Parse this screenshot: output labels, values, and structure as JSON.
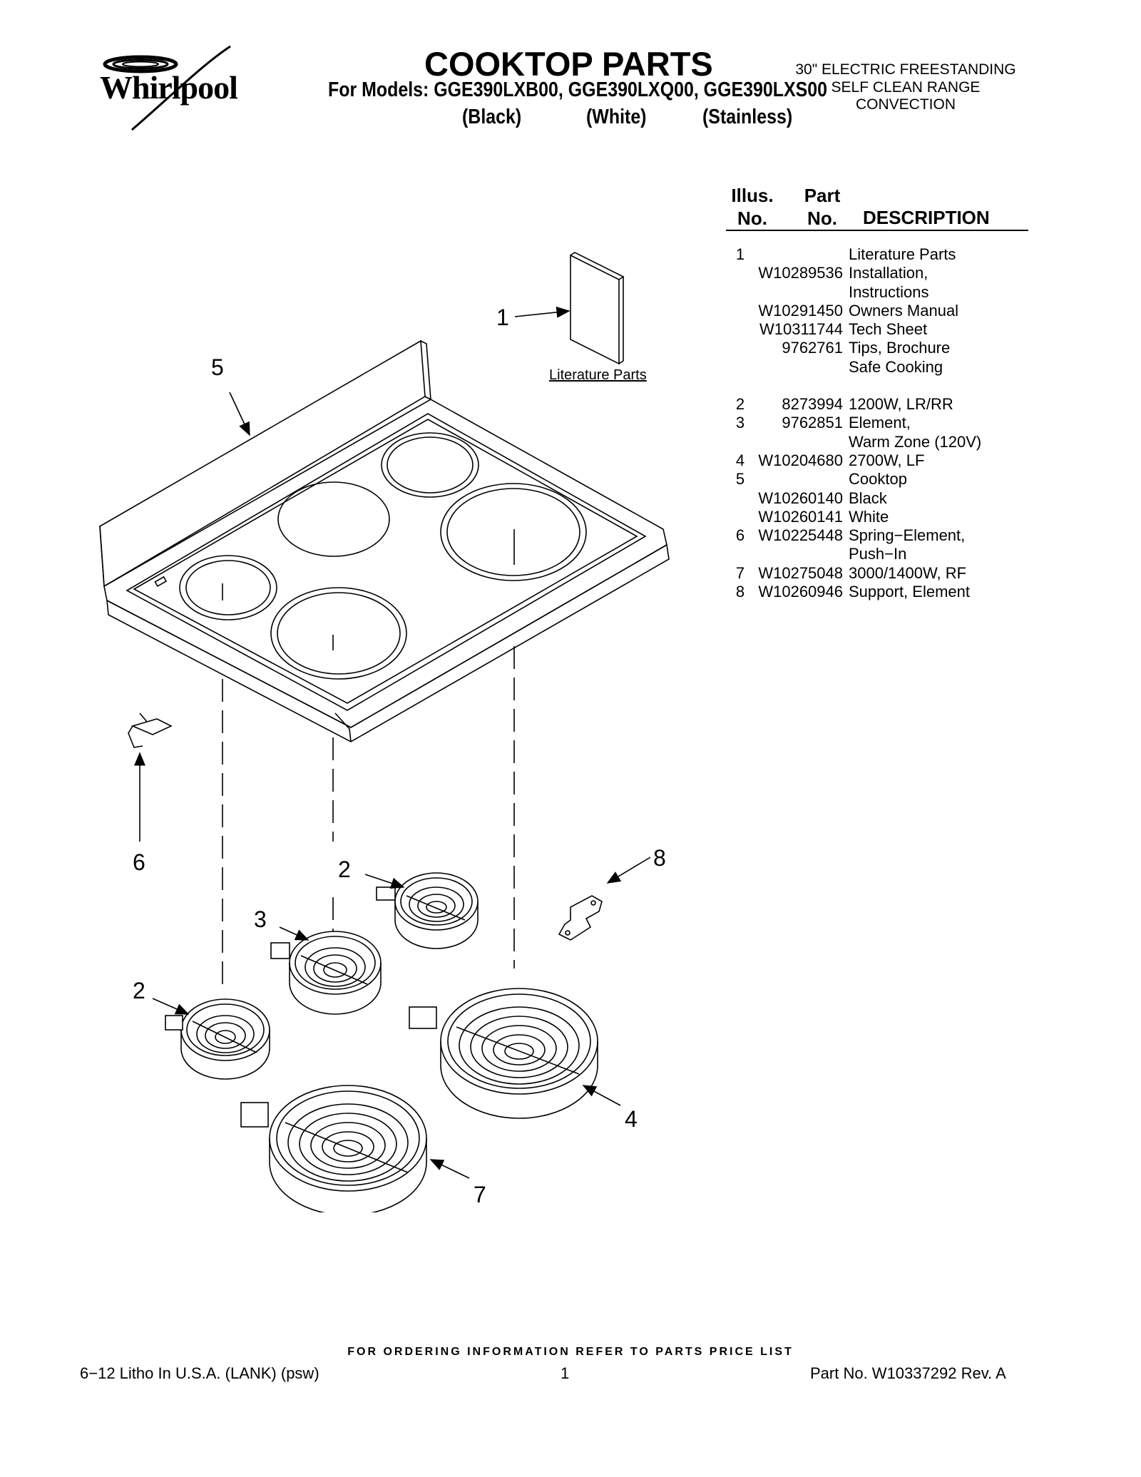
{
  "header": {
    "brand": "Whirlpool",
    "title": "COOKTOP PARTS",
    "models_line": "For Models: GGE390LXB00, GGE390LXQ00, GGE390LXS00",
    "variants": [
      "(Black)",
      "(White)",
      "(Stainless)"
    ],
    "subtitle_lines": [
      "30\" ELECTRIC FREESTANDING",
      "SELF CLEAN RANGE",
      "CONVECTION"
    ]
  },
  "parts_table": {
    "headers": {
      "illus": [
        "Illus.",
        "No."
      ],
      "part": [
        "Part",
        "No."
      ],
      "description": "DESCRIPTION"
    },
    "rows": [
      {
        "illus": "1",
        "part": "",
        "desc": "Literature Parts"
      },
      {
        "illus": "",
        "part": "W10289536",
        "desc": "Installation,"
      },
      {
        "illus": "",
        "part": "",
        "desc": "Instructions"
      },
      {
        "illus": "",
        "part": "W10291450",
        "desc": "Owners Manual"
      },
      {
        "illus": "",
        "part": "W10311744",
        "desc": "Tech Sheet"
      },
      {
        "illus": "",
        "part": "9762761",
        "desc": "Tips, Brochure"
      },
      {
        "illus": "",
        "part": "",
        "desc": "Safe Cooking"
      },
      {
        "gap": true
      },
      {
        "illus": "2",
        "part": "8273994",
        "desc": "1200W, LR/RR"
      },
      {
        "illus": "3",
        "part": "9762851",
        "desc": "Element,"
      },
      {
        "illus": "",
        "part": "",
        "desc": "Warm Zone (120V)"
      },
      {
        "illus": "4",
        "part": "W10204680",
        "desc": "2700W, LF"
      },
      {
        "illus": "5",
        "part": "",
        "desc": "Cooktop"
      },
      {
        "illus": "",
        "part": "W10260140",
        "desc": "Black"
      },
      {
        "illus": "",
        "part": "W10260141",
        "desc": "White"
      },
      {
        "illus": "6",
        "part": "W10225448",
        "desc": "Spring−Element,"
      },
      {
        "illus": "",
        "part": "",
        "desc": "Push−In"
      },
      {
        "illus": "7",
        "part": "W10275048",
        "desc": "3000/1400W, RF"
      },
      {
        "illus": "8",
        "part": "W10260946",
        "desc": "Support, Element"
      }
    ]
  },
  "diagram": {
    "literature_caption": "Literature Parts",
    "callouts": {
      "c1": "1",
      "c5": "5",
      "c6": "6",
      "c2a": "2",
      "c8": "8",
      "c3": "3",
      "c2b": "2",
      "c4": "4",
      "c7": "7"
    }
  },
  "footer": {
    "ordering_note": "FOR ORDERING INFORMATION REFER TO PARTS PRICE LIST",
    "litho": "6−12  Litho In U.S.A. (LANK) (psw)",
    "page": "1",
    "part_no": "Part No. W10337292 Rev. A"
  }
}
